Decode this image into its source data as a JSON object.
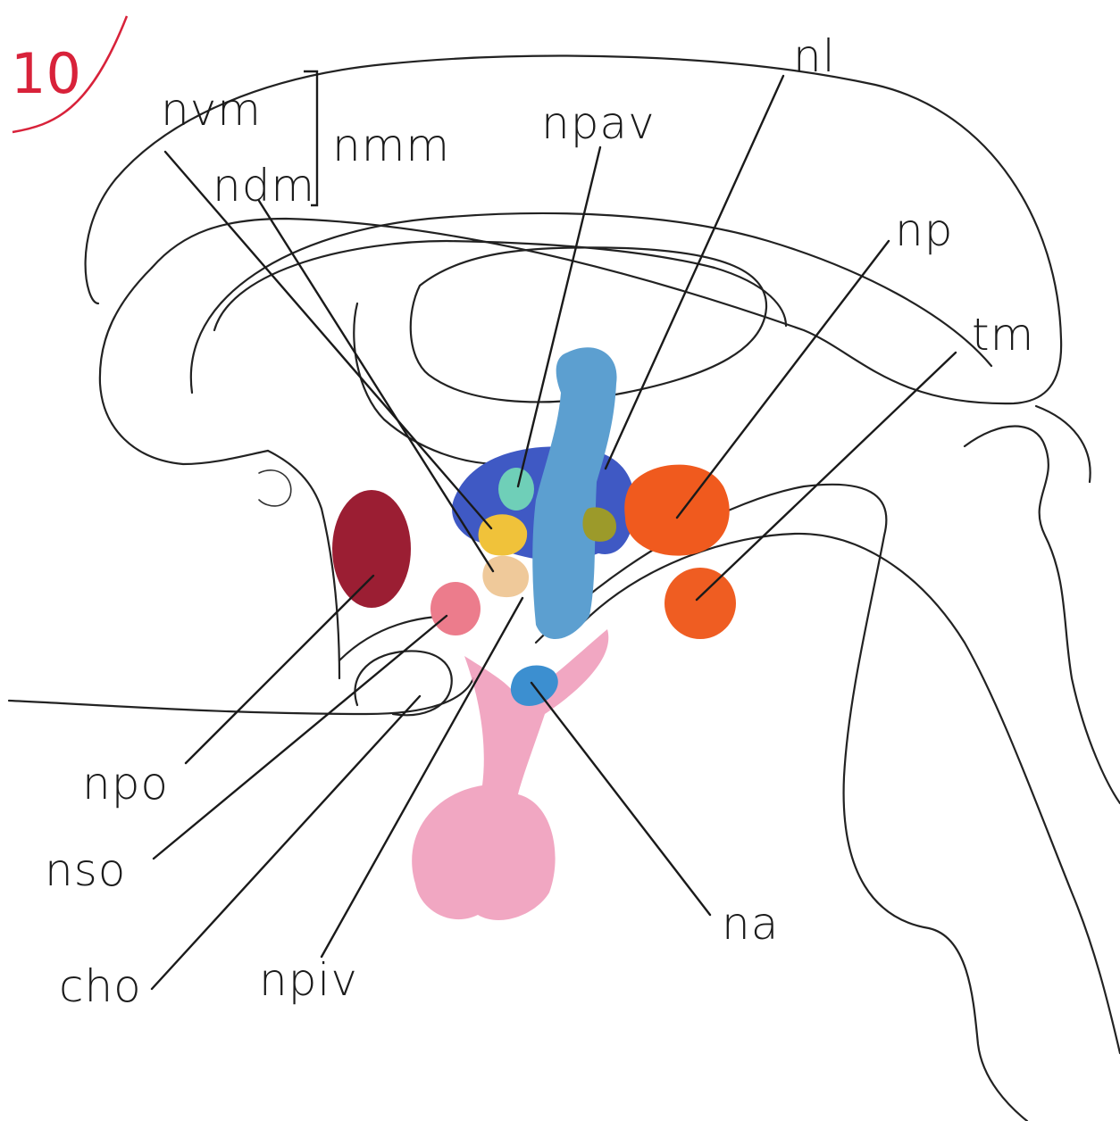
{
  "figure_number": "10",
  "colors": {
    "npo": "#9b1e33",
    "nso": "#ec7c8c",
    "hypophysis": "#ef9dbb",
    "nmm_dark_blue": "#3f59c4",
    "nl_blue": "#5c9fd0",
    "npav_teal": "#6fcfb8",
    "yellow_nucleus": "#f0c23a",
    "tan_nucleus": "#efc99a",
    "olive_nucleus": "#9c9a2a",
    "np": "#f05a1e",
    "tm": "#ef5d22",
    "na": "#3c8fd0",
    "figure_number": "#d8223a"
  },
  "labels": {
    "nvm": "nvm",
    "ndm": "ndm",
    "nmm": "nmm",
    "npav": "npav",
    "nl": "nl",
    "np": "np",
    "tm": "tm",
    "npo": "npo",
    "nso": "nso",
    "cho": "cho",
    "npiv": "npiv",
    "na": "na"
  }
}
